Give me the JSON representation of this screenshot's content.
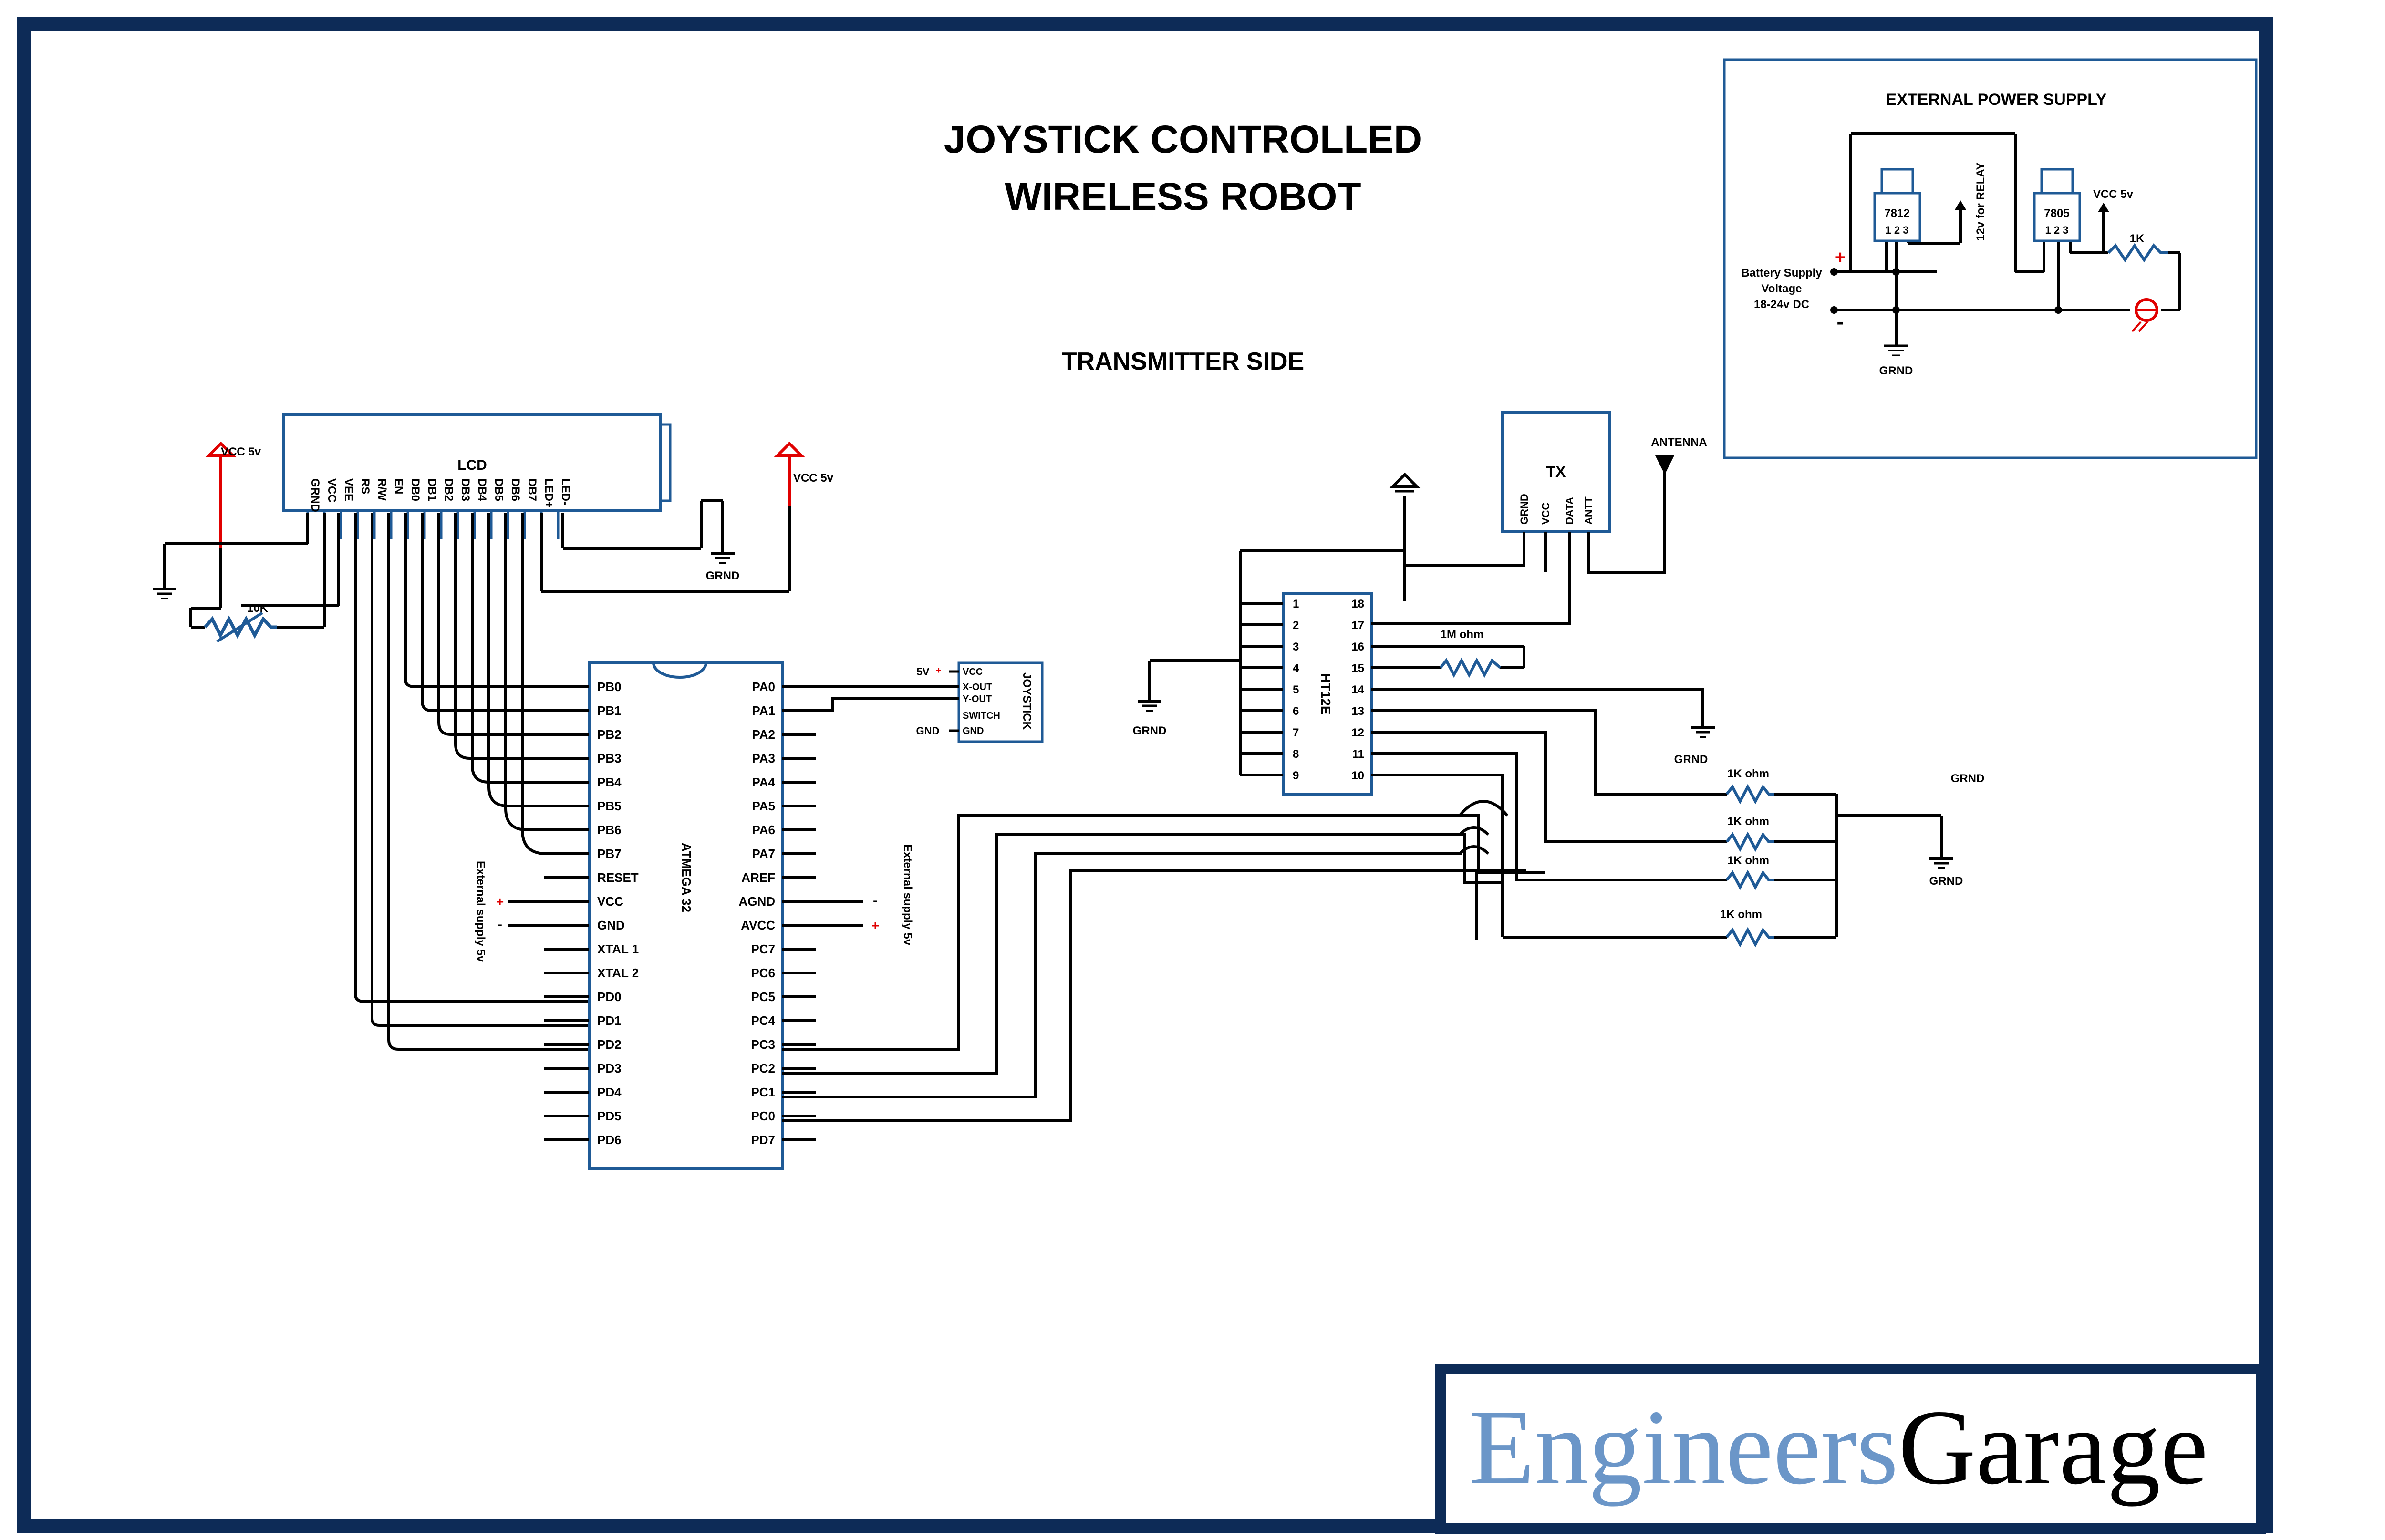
{
  "title": {
    "line1": "JOYSTICK CONTROLLED",
    "line2": "WIRELESS ROBOT"
  },
  "subtitle": "TRANSMITTER SIDE",
  "logo": {
    "part1": "Engineers",
    "part2": "Garage",
    "color1": "#6b96c8",
    "color2": "#000000"
  },
  "colors": {
    "border": "#0d2b57",
    "component": "#1f5a96",
    "wire": "#000000",
    "supply": "#e00000"
  },
  "lcd": {
    "title": "LCD",
    "pins": [
      "GRND",
      "VCC",
      "VEE",
      "RS",
      "R/W",
      "EN",
      "DB0",
      "DB1",
      "DB2",
      "DB3",
      "DB4",
      "DB5",
      "DB6",
      "DB7",
      "LED+",
      "LED-"
    ],
    "vcc_left": "VCC 5v",
    "vcc_right": "VCC 5v",
    "grnd": "GRND",
    "pot": "10K"
  },
  "mcu": {
    "name": "ATMEGA 32",
    "left_pins": [
      "PB0",
      "PB1",
      "PB2",
      "PB3",
      "PB4",
      "PB5",
      "PB6",
      "PB7",
      "RESET",
      "VCC",
      "GND",
      "XTAL 1",
      "XTAL 2",
      "PD0",
      "PD1",
      "PD2",
      "PD3",
      "PD4",
      "PD5",
      "PD6"
    ],
    "right_pins": [
      "PA0",
      "PA1",
      "PA2",
      "PA3",
      "PA4",
      "PA5",
      "PA6",
      "PA7",
      "AREF",
      "AGND",
      "AVCC",
      "PC7",
      "PC6",
      "PC5",
      "PC4",
      "PC3",
      "PC2",
      "PC1",
      "PC0",
      "PD7"
    ],
    "ext_left": "External supply 5v",
    "ext_right": "External supply 5v",
    "plus": "+",
    "minus": "-"
  },
  "joystick": {
    "name": "JOYSTICK",
    "pins": [
      "VCC",
      "X-OUT",
      "Y-OUT",
      "SWITCH",
      "GND"
    ],
    "v5": "5V",
    "gnd": "GND"
  },
  "encoder": {
    "name": "HT12E",
    "left_pins": [
      "1",
      "2",
      "3",
      "4",
      "5",
      "6",
      "7",
      "8",
      "9"
    ],
    "right_pins": [
      "18",
      "17",
      "16",
      "15",
      "14",
      "13",
      "12",
      "11",
      "10"
    ],
    "osc_res": "1M ohm",
    "grnd_left": "GRND",
    "grnd_right": "GRND"
  },
  "tx": {
    "name": "TX",
    "pins": [
      "GRND",
      "VCC",
      "DATA",
      "ANTT"
    ],
    "antenna": "ANTENNA"
  },
  "resistors": {
    "labels": [
      "1K ohm",
      "1K ohm",
      "1K ohm",
      "1K ohm"
    ],
    "grnd_top": "GRND",
    "grnd_bottom": "GRND"
  },
  "power": {
    "title": "EXTERNAL POWER SUPPLY",
    "reg1": "7812",
    "reg2": "7805",
    "pins": "1 2 3",
    "relay": "12v for RELAY",
    "vcc": "VCC 5v",
    "res": "1K",
    "battery": [
      "Battery Supply",
      "Voltage",
      "18-24v DC"
    ],
    "grnd": "GRND",
    "plus": "+",
    "minus": "-"
  }
}
